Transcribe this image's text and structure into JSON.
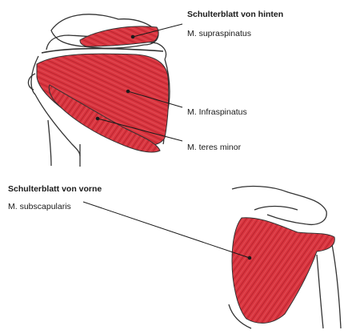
{
  "back_view": {
    "title": "Schulterblatt von hinten",
    "labels": {
      "supraspinatus": "M. supraspinatus",
      "infraspinatus": "M. Infraspinatus",
      "teres_minor": "M. teres minor"
    }
  },
  "front_view": {
    "title": "Schulterblatt von vorne",
    "labels": {
      "subscapularis": "M. subscapularis"
    }
  },
  "colors": {
    "muscle": "#d9353f",
    "muscle_dark": "#b8222d",
    "outline": "#333333",
    "text": "#1a1a1a"
  }
}
